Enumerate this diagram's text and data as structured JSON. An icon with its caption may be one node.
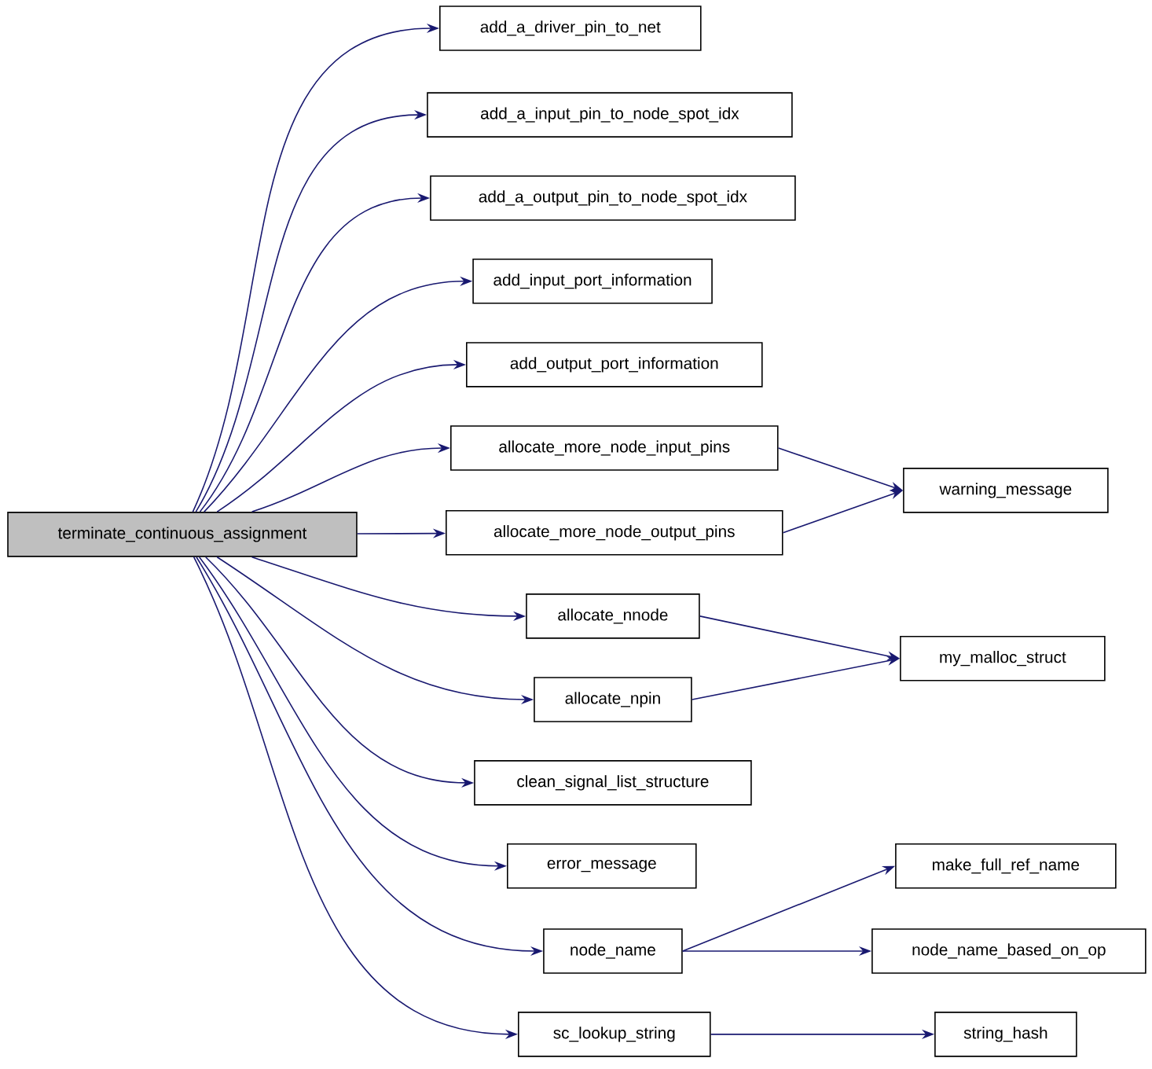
{
  "diagram": {
    "nodes": [
      {
        "text": [
          "terminate_continuous_assignment"
        ]
      },
      {
        "text": [
          "add_a_driver_pin_to_net"
        ]
      },
      {
        "text": [
          "add_a_input_pin_to_node_spot_idx"
        ]
      },
      {
        "text": [
          "add_a_output_pin_to_node_spot_idx"
        ]
      },
      {
        "text": [
          "add_input_port_information"
        ]
      },
      {
        "text": [
          "add_output_port_information"
        ]
      },
      {
        "text": [
          "allocate_more_node_input_pins"
        ]
      },
      {
        "text": [
          "allocate_more_node_output_pins"
        ]
      },
      {
        "text": [
          "warning_message"
        ]
      },
      {
        "text": [
          "allocate_nnode"
        ]
      },
      {
        "text": [
          "allocate_npin"
        ]
      },
      {
        "text": [
          "my_malloc_struct"
        ]
      },
      {
        "text": [
          "clean_signal_list_structure"
        ]
      },
      {
        "text": [
          "error_message"
        ]
      },
      {
        "text": [
          "node_name"
        ]
      },
      {
        "text": [
          "make_full_ref_name"
        ]
      },
      {
        "text": [
          "node_name_based_on_op"
        ]
      },
      {
        "text": [
          "sc_lookup_string"
        ]
      },
      {
        "text": [
          "string_hash"
        ]
      }
    ],
    "edges": [
      {
        "from": 0,
        "to": 1,
        "arrow": "to"
      },
      {
        "from": 0,
        "to": 2,
        "arrow": "to"
      },
      {
        "from": 0,
        "to": 3,
        "arrow": "to"
      },
      {
        "from": 0,
        "to": 4,
        "arrow": "to"
      },
      {
        "from": 0,
        "to": 5,
        "arrow": "to"
      },
      {
        "from": 0,
        "to": 6,
        "arrow": "to"
      },
      {
        "from": 0,
        "to": 7,
        "arrow": "to"
      },
      {
        "from": 0,
        "to": 9,
        "arrow": "to"
      },
      {
        "from": 0,
        "to": 10,
        "arrow": "to"
      },
      {
        "from": 0,
        "to": 12,
        "arrow": "to"
      },
      {
        "from": 0,
        "to": 13,
        "arrow": "to"
      },
      {
        "from": 0,
        "to": 14,
        "arrow": "to"
      },
      {
        "from": 0,
        "to": 17,
        "arrow": "to"
      },
      {
        "from": 6,
        "to": 8,
        "arrow": "to"
      },
      {
        "from": 7,
        "to": 8,
        "arrow": "to"
      },
      {
        "from": 9,
        "to": 11,
        "arrow": "to"
      },
      {
        "from": 10,
        "to": 11,
        "arrow": "to"
      },
      {
        "from": 14,
        "to": 15,
        "arrow": "to"
      },
      {
        "from": 14,
        "to": 16,
        "arrow": "to"
      },
      {
        "from": 17,
        "to": 18,
        "arrow": "to"
      }
    ]
  }
}
